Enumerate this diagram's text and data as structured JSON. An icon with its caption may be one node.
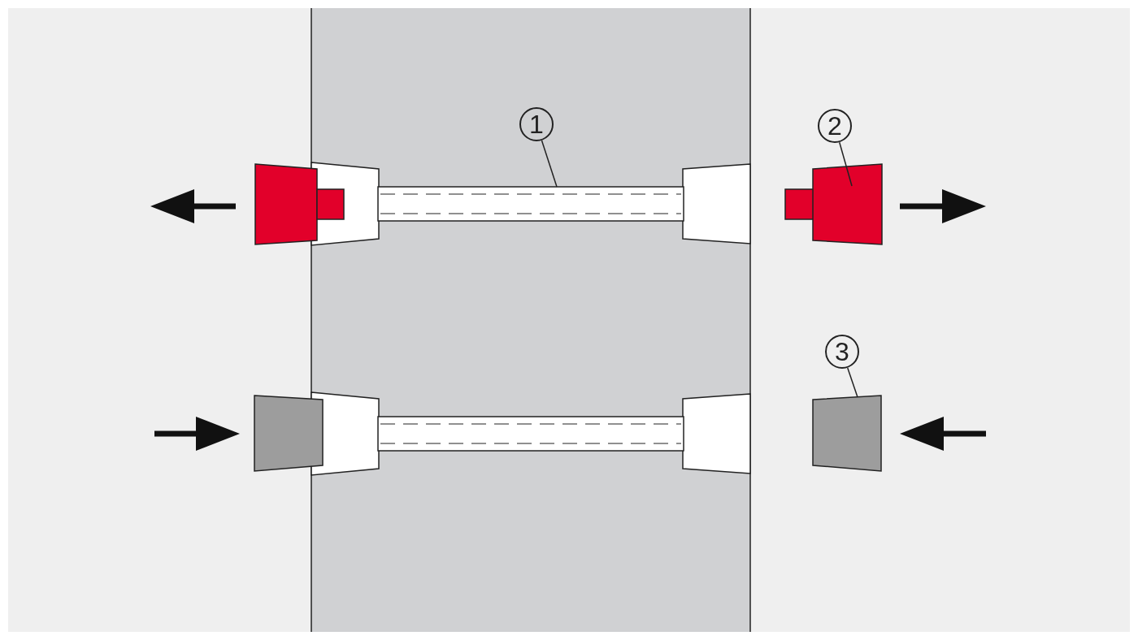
{
  "diagram": {
    "nodes": [
      {
        "text": [
          "1"
        ]
      },
      {
        "text": [],
        "shape": "bar"
      },
      {
        "text": [
          "2"
        ]
      },
      {
        "text": [],
        "shape": "box"
      },
      {
        "text": [
          "3"
        ]
      },
      {
        "text": [],
        "shape": "box"
      }
    ],
    "edges": [
      {
        "from": 0,
        "to": 1,
        "arrow": "none"
      },
      {
        "from": 2,
        "to": 3,
        "arrow": "none"
      },
      {
        "from": 4,
        "to": 5,
        "arrow": "none"
      }
    ]
  }
}
